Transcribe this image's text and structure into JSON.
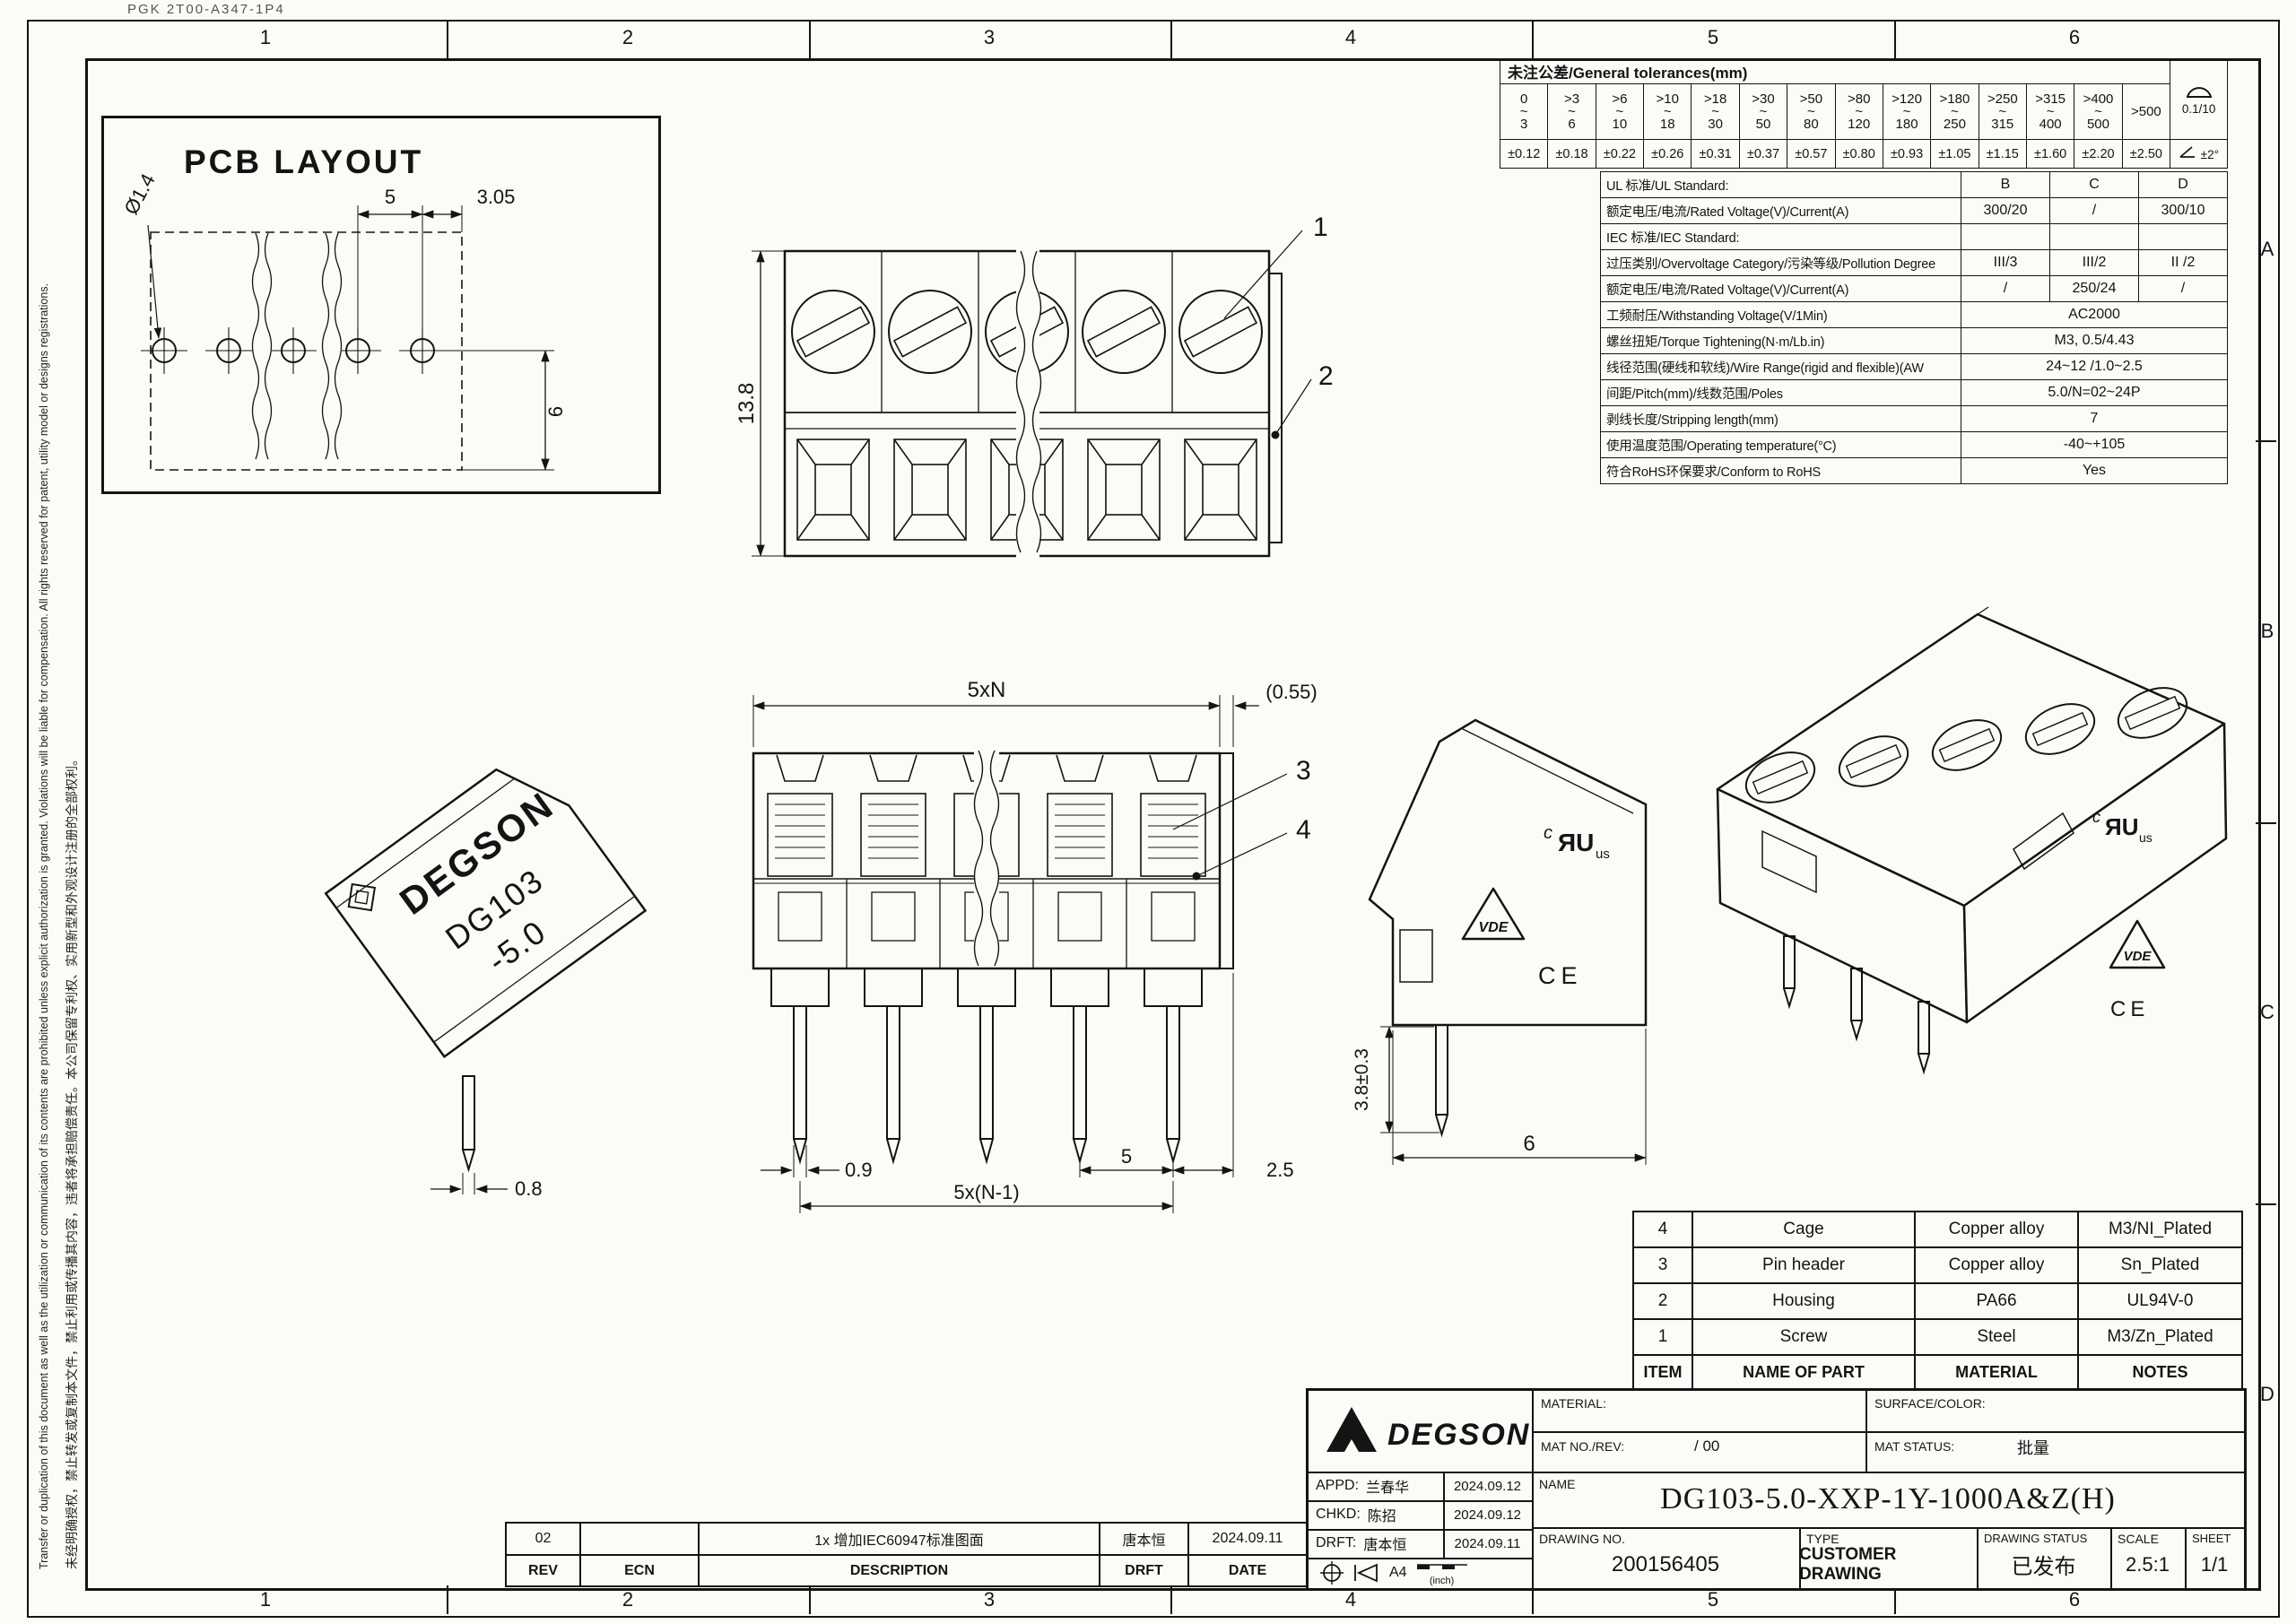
{
  "sheet": {
    "stamp": "PGK 2T00-A347-1P4",
    "zones_bottom": [
      "1",
      "2",
      "3",
      "4",
      "5",
      "6"
    ],
    "zones_top": [
      "1",
      "2",
      "3",
      "4",
      "5",
      "6"
    ],
    "zones_right": [
      "A",
      "B",
      "C",
      "D"
    ],
    "legal_en": "Transfer or duplication of this document as well as the utilization or communication of its contents are prohibited unless explicit authorization is granted. Violations will be liable for compensation. All rights reserved for patent, utility model or designs registrations.",
    "legal_cn": "未经明确授权，禁止转发或复制本文件，禁止利用或传播其内容，违者将承担赔偿责任。本公司保留专利权、实用新型和外观设计注册的全部权利。"
  },
  "pcb": {
    "title": "PCB LAYOUT",
    "dim_hole": "Ø1.4",
    "dim_pitch": "5",
    "dim_offset": "3.05",
    "dim_row": "6"
  },
  "tol": {
    "title": "未注公差/General tolerances(mm)",
    "tilde": "~",
    "cols": [
      {
        "a": "0",
        "b": "3"
      },
      {
        "a": ">3",
        "b": "6"
      },
      {
        "a": ">6",
        "b": "10"
      },
      {
        "a": ">10",
        "b": "18"
      },
      {
        "a": ">18",
        "b": "30"
      },
      {
        "a": ">30",
        "b": "50"
      },
      {
        "a": ">50",
        "b": "80"
      },
      {
        "a": ">80",
        "b": "120"
      },
      {
        "a": ">120",
        "b": "180"
      },
      {
        "a": ">180",
        "b": "250"
      },
      {
        "a": ">250",
        "b": "315"
      },
      {
        "a": ">315",
        "b": "400"
      },
      {
        "a": ">400",
        "b": "500"
      },
      {
        "a": ">500",
        "b": ""
      }
    ],
    "vals": [
      "±0.12",
      "±0.18",
      "±0.22",
      "±0.26",
      "±0.31",
      "±0.37",
      "±0.57",
      "±0.80",
      "±0.93",
      "±1.05",
      "±1.15",
      "±1.60",
      "±2.20",
      "±2.50"
    ],
    "flatness": "0.1/10",
    "angle": "±2°"
  },
  "specs": {
    "rows": [
      {
        "label": "UL 标准/UL Standard:",
        "c1": "B",
        "c2": "C",
        "c3": "D"
      },
      {
        "label": "额定电压/电流/Rated Voltage(V)/Current(A)",
        "c1": "300/20",
        "c2": "/",
        "c3": "300/10"
      },
      {
        "label": "IEC 标准/IEC Standard:",
        "c1": "",
        "c2": "",
        "c3": ""
      },
      {
        "label": "过压类别/Overvoltage Category/污染等级/Pollution Degree",
        "c1": "III/3",
        "c2": "III/2",
        "c3": "II /2"
      },
      {
        "label": "额定电压/电流/Rated Voltage(V)/Current(A)",
        "c1": "/",
        "c2": "250/24",
        "c3": "/"
      },
      {
        "label": "工频耐压/Withstanding Voltage(V/1Min)",
        "span": "AC2000"
      },
      {
        "label": "螺丝扭矩/Torque Tightening(N·m/Lb.in)",
        "span": "M3,  0.5/4.43"
      },
      {
        "label": "线径范围(硬线和软线)/Wire Range(rigid and flexible)(AW",
        "span": "24~12 /1.0~2.5"
      },
      {
        "label": "间距/Pitch(mm)/线数范围/Poles",
        "span": "5.0/N=02~24P"
      },
      {
        "label": "剥线长度/Stripping length(mm)",
        "span": "7"
      },
      {
        "label": "使用温度范围/Operating temperature(°C)",
        "span": "-40~+105"
      },
      {
        "label": "符合RoHS环保要求/Conform to RoHS",
        "span": "Yes"
      }
    ]
  },
  "views": {
    "front_top": {
      "dim_height": "13.8",
      "callout_1": "1",
      "callout_2": "2"
    },
    "front": {
      "dim_top": "5xN",
      "dim_gap": "(0.55)",
      "callout_3": "3",
      "callout_4": "4",
      "dim_pin_w": "0.9",
      "dim_pitch": "5",
      "dim_end": "2.5",
      "dim_span": "5x(N-1)"
    },
    "angled": {
      "brand": "DEGSON",
      "model": "DG103",
      "model_suffix": "-5.0",
      "dim_pin": "0.8"
    },
    "side": {
      "dim_pin_len": "3.8±0.3",
      "dim_depth": "6",
      "vde": "VDE",
      "ce": "CE",
      "ul_c": "c",
      "ul_ru": "ЯU",
      "ul_us": "us"
    },
    "iso": {
      "vde": "VDE",
      "ce": "CE",
      "ul_c": "c",
      "ul_ru": "ЯU",
      "ul_us": "us"
    }
  },
  "parts": {
    "headers": {
      "item": "ITEM",
      "name": "NAME OF PART",
      "material": "MATERIAL",
      "notes": "NOTES"
    },
    "rows": [
      {
        "item": "4",
        "name": "Cage",
        "material": "Copper alloy",
        "notes": "M3/NI_Plated"
      },
      {
        "item": "3",
        "name": "Pin header",
        "material": "Copper alloy",
        "notes": "Sn_Plated"
      },
      {
        "item": "2",
        "name": "Housing",
        "material": "PA66",
        "notes": "UL94V-0"
      },
      {
        "item": "1",
        "name": "Screw",
        "material": "Steel",
        "notes": "M3/Zn_Plated"
      }
    ]
  },
  "tb": {
    "brand": "DEGSON",
    "material_label": "MATERIAL:",
    "mat_no_label": "MAT NO./REV:",
    "mat_no_value": "/ 00",
    "surface_label": "SURFACE/COLOR:",
    "mat_status_label": "MAT STATUS:",
    "mat_status_value": "批量",
    "appd_label": "APPD:",
    "appd_name": "兰春华",
    "appd_date": "2024.09.12",
    "chkd_label": "CHKD:",
    "chkd_name": "陈招",
    "chkd_date": "2024.09.12",
    "drft_label": "DRFT:",
    "drft_name": "唐本恒",
    "drft_date": "2024.09.11",
    "name_label": "NAME",
    "part_name": "DG103-5.0-XXP-1Y-1000A&Z(H)",
    "drawing_no_label": "DRAWING NO.",
    "drawing_no": "200156405",
    "type_label": "TYPE",
    "type_value": "CUSTOMER DRAWING",
    "status_label": "DRAWING STATUS",
    "status_value": "已发布",
    "scale_label": "SCALE",
    "scale_value": "2.5:1",
    "sheet_label": "SHEET",
    "sheet_value": "1/1",
    "paper": "A4",
    "unit_note": "(inch)"
  },
  "rev": {
    "headers": {
      "rev": "REV",
      "ecn": "ECN",
      "description": "DESCRIPTION",
      "drft": "DRFT",
      "date": "DATE"
    },
    "row": {
      "rev": "02",
      "ecn": "",
      "description": "1x 增加IEC60947标准图面",
      "drft": "唐本恒",
      "date": "2024.09.11"
    }
  }
}
